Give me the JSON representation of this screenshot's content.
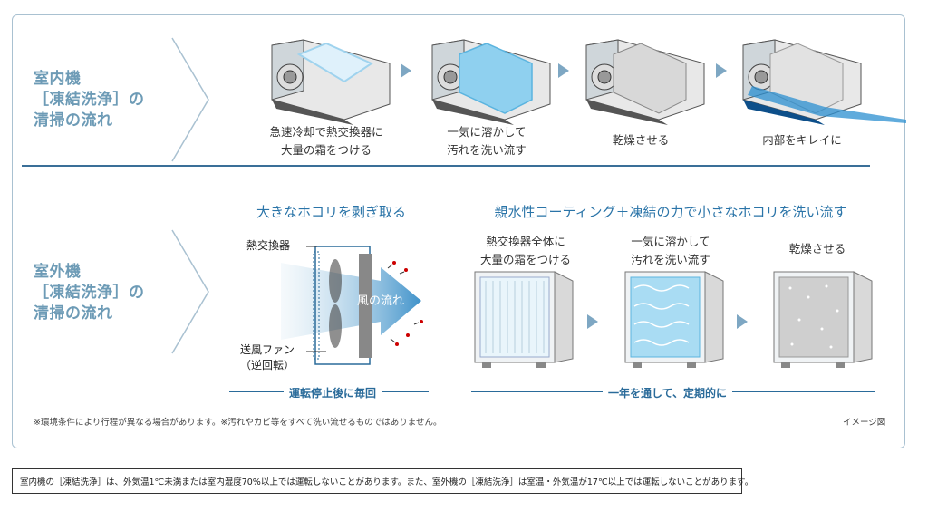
{
  "indoor": {
    "title_lines": [
      "室内機",
      "［凍結洗浄］の",
      "清掃の流れ"
    ],
    "steps": [
      {
        "caption_lines": [
          "急速冷却で熱交換器に",
          "大量の霜をつける"
        ]
      },
      {
        "caption_lines": [
          "一気に溶かして",
          "汚れを洗い流す"
        ]
      },
      {
        "caption_lines": [
          "乾燥させる"
        ]
      },
      {
        "caption_lines": [
          "内部をキレイに"
        ]
      }
    ]
  },
  "outdoor": {
    "title_lines": [
      "室外機",
      "［凍結洗浄］の",
      "清掃の流れ"
    ],
    "left_heading": "大きなホコリを剥ぎ取る",
    "right_heading": "親水性コーティング＋凍結の力で小さなホコリを洗い流す",
    "labels": {
      "heat_exchanger": "熱交換器",
      "fan": "送風ファン",
      "fan_sub": "（逆回転）",
      "wind": "風の流れ"
    },
    "steps": [
      {
        "caption_lines": [
          "熱交換器全体に",
          "大量の霜をつける"
        ]
      },
      {
        "caption_lines": [
          "一気に溶かして",
          "汚れを洗い流す"
        ]
      },
      {
        "caption_lines": [
          "乾燥させる"
        ]
      }
    ],
    "left_timing": "運転停止後に毎回",
    "right_timing": "一年を通して、定期的に"
  },
  "notes": {
    "conditions": "※環境条件により行程が異なる場合があります。※汚れやカビ等をすべて洗い流せるものではありません。",
    "image_note": "イメージ図"
  },
  "footer": "室内機の［凍結洗浄］は、外気温1℃未満または室内湿度70%以上では運転しないことがあります。また、室外機の［凍結洗浄］は室温・外気温が17℃以上では運転しないことがあります。",
  "colors": {
    "accent": "#2a74a8",
    "title": "#6d9bb6",
    "arrow": "#7ea7c3",
    "frame": "#a9c1d1"
  }
}
